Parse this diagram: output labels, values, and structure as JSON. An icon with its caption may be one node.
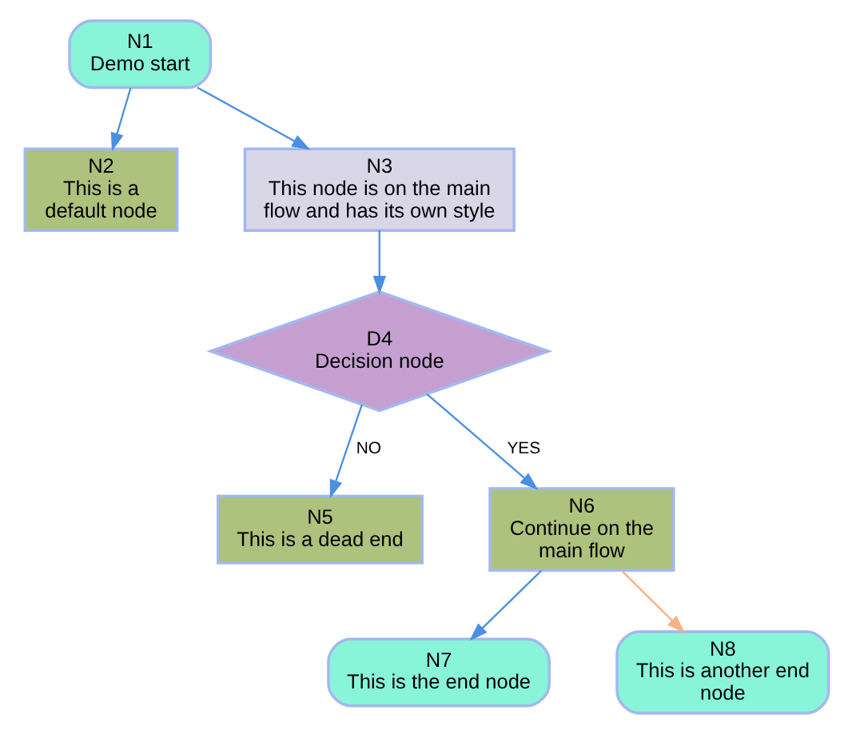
{
  "diagram": {
    "nodes": [
      {
        "text": [
          "N1",
          "Demo start"
        ]
      },
      {
        "text": [
          "N2",
          "This is a default node"
        ]
      },
      {
        "text": [
          "N3",
          "This node is on the main flow and has its own style"
        ]
      },
      {
        "text": [
          "D4",
          "Decision node"
        ]
      },
      {
        "text": [
          "N5",
          "This is a dead end"
        ]
      },
      {
        "text": [
          "N6",
          "Continue on the main flow"
        ]
      },
      {
        "text": [
          "N7",
          "This is the end node"
        ]
      },
      {
        "text": [
          "N8",
          "This is another end node"
        ]
      }
    ],
    "edges": [
      {
        "from": 0,
        "to": 1,
        "arrow": "to"
      },
      {
        "from": 0,
        "to": 2,
        "arrow": "to"
      },
      {
        "from": 2,
        "to": 3,
        "arrow": "to"
      },
      {
        "from": 3,
        "to": 4,
        "arrow": "to",
        "label": "NO"
      },
      {
        "from": 3,
        "to": 5,
        "arrow": "to",
        "label": "YES"
      },
      {
        "from": 5,
        "to": 6,
        "arrow": "to"
      },
      {
        "from": 5,
        "to": 7,
        "arrow": "to",
        "color": "#f4b183"
      }
    ]
  }
}
